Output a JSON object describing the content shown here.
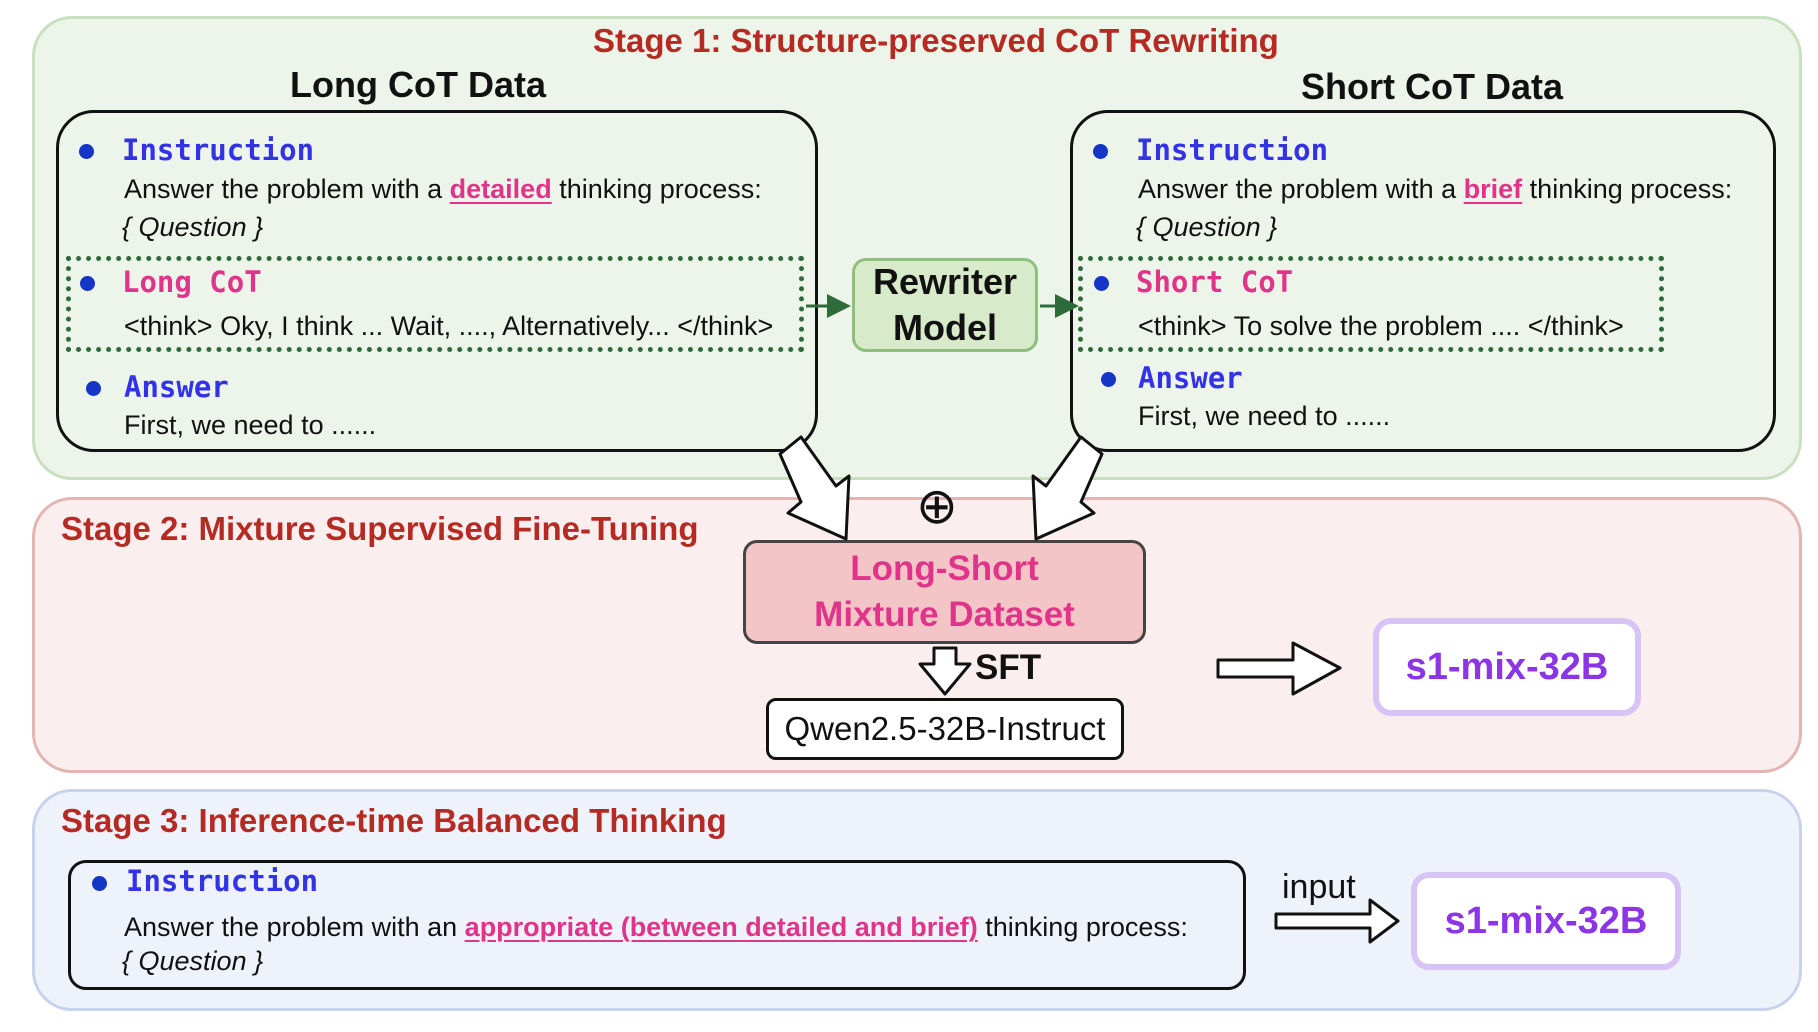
{
  "stage1": {
    "title": "Stage 1: Structure-preserved CoT Rewriting",
    "long": {
      "title": "Long CoT Data",
      "instruction_label": "Instruction",
      "instruction_pre": "Answer the problem with a ",
      "instruction_keyword": "detailed",
      "instruction_post": " thinking process:",
      "question": "{ Question }",
      "cot_label": "Long CoT",
      "cot_text": "<think> Oky, I think ... Wait, ...., Alternatively... </think>",
      "answer_label": "Answer",
      "answer_text": "First, we need to ......"
    },
    "rewriter": {
      "line1": "Rewriter",
      "line2": "Model"
    },
    "short": {
      "title": "Short CoT Data",
      "instruction_label": "Instruction",
      "instruction_pre": "Answer the problem with a ",
      "instruction_keyword": "brief",
      "instruction_post": " thinking process:",
      "question": "{ Question }",
      "cot_label": "Short CoT",
      "cot_text": "<think> To solve the problem .... </think>",
      "answer_label": "Answer",
      "answer_text": "First, we need to ......"
    }
  },
  "stage2": {
    "title": "Stage 2: Mixture Supervised Fine-Tuning",
    "plus_symbol": "⊕",
    "dataset": {
      "line1": "Long-Short",
      "line2": "Mixture Dataset"
    },
    "sft_label": "SFT",
    "base_model": "Qwen2.5-32B-Instruct",
    "output_model": "s1-mix-32B"
  },
  "stage3": {
    "title": "Stage 3: Inference-time Balanced Thinking",
    "instruction_label": "Instruction",
    "instruction_pre": "Answer the problem with an ",
    "instruction_keyword": "appropriate (between detailed and brief)",
    "instruction_post": " thinking process:",
    "question": "{ Question }",
    "input_label": "input",
    "model": "s1-mix-32B"
  },
  "colors": {
    "stage_title": "#b52a22",
    "label_blue": "#3232e6",
    "label_pink": "#e0348a",
    "model_purple": "#8b35e6",
    "arrow_green": "#2d6b3a"
  }
}
